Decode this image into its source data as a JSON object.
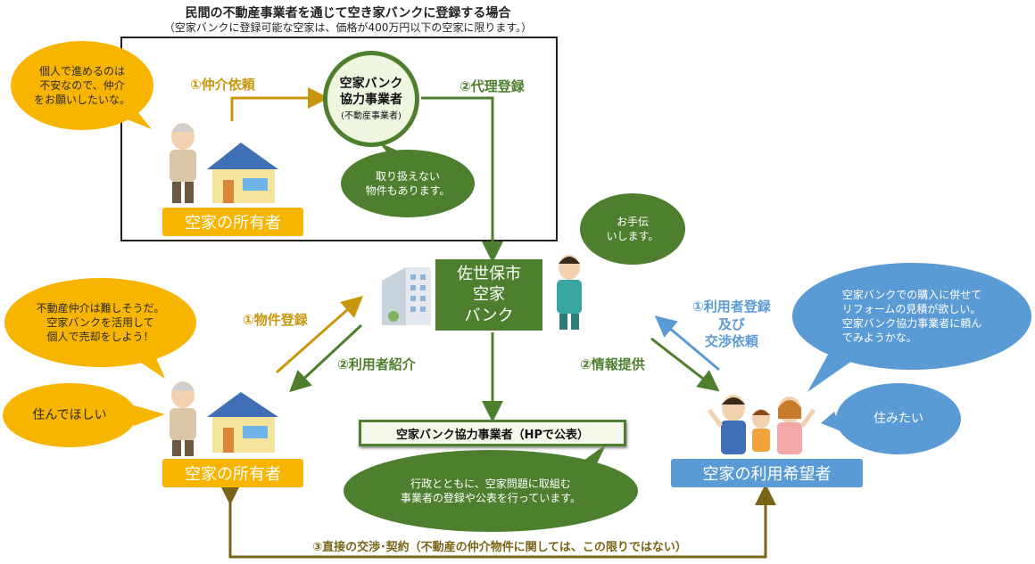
{
  "header": {
    "title": "民間の不動産事業者を通じて空き家バンクに登録する場合",
    "subtitle": "（空家バンクに登録可能な空家は、価格が400万円以下の空家に限ります。）"
  },
  "top_section": {
    "owner_speech": "個人で進めるのは\n不安なので、仲介\nをお願いしたいな。",
    "step1_label": "①仲介依頼",
    "partner_name": "空家バンク\n協力事業者",
    "partner_sub": "(不動産事業者)",
    "step2_label": "②代理登録",
    "partner_speech": "取り扱えない\n物件もあります。",
    "owner_label": "空家の所有者"
  },
  "center": {
    "bank_name": "佐世保市\n空家\nバンク",
    "staff_speech": "お手伝\nいします。",
    "partner_list_label": "空家バンク協力事業者（HPで公表）",
    "gov_speech": "行政とともに、空家問題に取組む\n事業者の登録や公表を行っています。"
  },
  "left_section": {
    "owner_speech_1": "不動産仲介は難しそうだ。\n空家バンクを活用して\n個人で売却をしよう！",
    "owner_speech_2": "住んでほしい",
    "step1_label": "①物件登録",
    "step2_label": "②利用者紹介",
    "owner_label": "空家の所有者"
  },
  "right_section": {
    "user_speech_1": "空家バンクでの購入に併せて\nリフォームの見積が欲しい。\n空家バンク協力事業者に頼ん\nでみようかな。",
    "user_speech_2": "住みたい",
    "step1_label": "①利用者登録\n及び\n交渉依頼",
    "step2_label": "②情報提供",
    "user_label": "空家の利用希望者"
  },
  "bottom": {
    "step3_label": "③直接の交渉･契約（不動産の仲介物件に関しては、この限りではない）"
  },
  "colors": {
    "orange": "#f7b500",
    "green": "#4e7f2f",
    "blue": "#5b9bd5",
    "gold_arrow": "#c8960c",
    "brown_arrow": "#7a6418"
  }
}
